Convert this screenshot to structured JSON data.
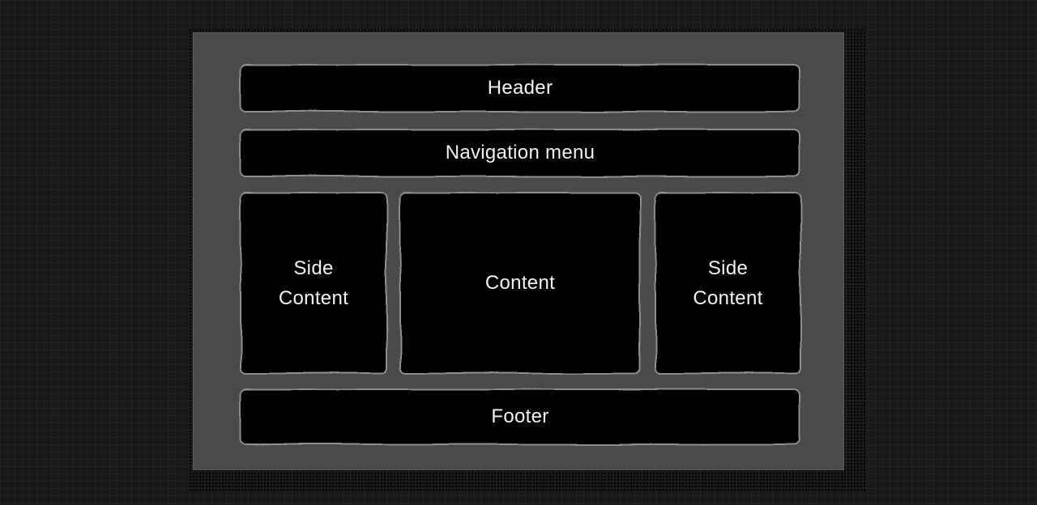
{
  "diagram": {
    "boxes": {
      "header": {
        "label": "Header"
      },
      "nav": {
        "label": "Navigation menu"
      },
      "side_left": {
        "label": "Side Content"
      },
      "content": {
        "label": "Content"
      },
      "side_right": {
        "label": "Side Content"
      },
      "footer": {
        "label": "Footer"
      }
    },
    "colors": {
      "canvas_bg": "#191919",
      "grid_line": "#242424",
      "panel_bg": "#4a4a4a",
      "panel_edge": "#5e5e5e",
      "box_bg": "#000000",
      "box_border": "#8e8e8e",
      "label_text": "#f2f2f2",
      "shadow_dot": "#000000"
    }
  }
}
